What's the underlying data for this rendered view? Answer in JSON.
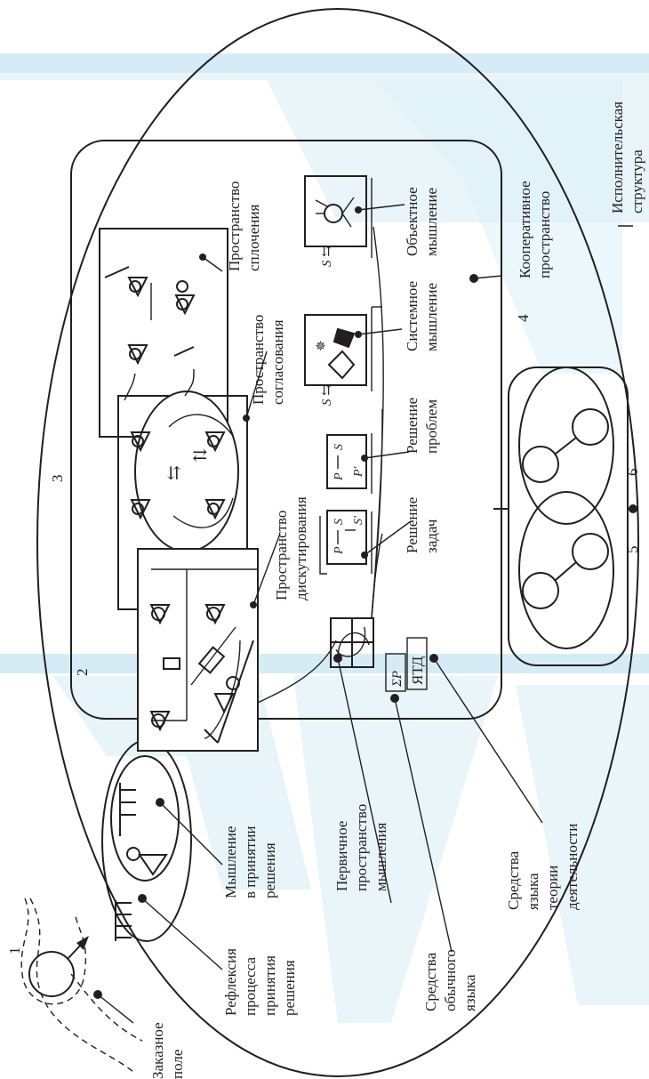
{
  "numbers": {
    "n1": "1",
    "n2": "2",
    "n3": "3",
    "n4": "4",
    "n5": "5",
    "n6": "6"
  },
  "labels": {
    "ordered_field": [
      "Заказное",
      "поле"
    ],
    "reflexion": [
      "Рефлексия",
      "процесса",
      "принятия",
      "решения"
    ],
    "thinking_decision": [
      "Мышление",
      "в принятии",
      "решения"
    ],
    "primary_space": [
      "Первичное",
      "пространство",
      "мышления"
    ],
    "ordinary_language": [
      "Средства",
      "обычного",
      "языка"
    ],
    "activity_language": [
      "Средства",
      "языка",
      "теории",
      "деятельности"
    ],
    "discussion_space": [
      "Пространство",
      "дискутирования"
    ],
    "agreement_space": [
      "Пространство",
      "согласования"
    ],
    "cohesion_space": [
      "Пространство",
      "сплочения"
    ],
    "task_solving": [
      "Решение",
      "задач"
    ],
    "problem_solving": [
      "Решение",
      "проблем"
    ],
    "system_thinking": [
      "Системное",
      "мышление"
    ],
    "object_thinking": [
      "Объектное",
      "мышление"
    ],
    "cooperative_space": [
      "Кооперативное",
      "пространство"
    ],
    "executive_structure": [
      "Исполнительская",
      "структура"
    ]
  },
  "symbols": {
    "ytd": "ЯТД",
    "sum_p": "ΣP",
    "p": "P",
    "s": "S",
    "s_arrows": "S ⇆"
  },
  "colors": {
    "ink": "#231f20",
    "watermark": "#c7e6f3"
  }
}
